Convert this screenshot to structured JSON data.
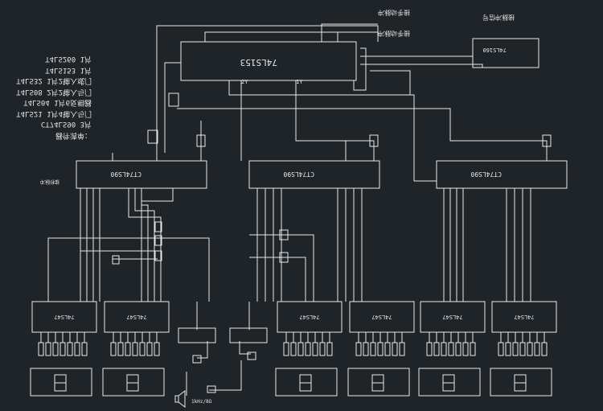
{
  "labels": {
    "counter_chip": "74LS153",
    "counter_pin_y": "2Y",
    "counter_pin_y1": "1Y",
    "clock_chip": "74LS160",
    "bcd_chip_1": "CT74LS90",
    "bcd_chip_2": "CT74LS90",
    "bcd_chip_3": "CT74LS90",
    "decoder": "74LS47",
    "note_top1": "接手动脉冲",
    "note_top2": "接手动脉冲",
    "note_clock": "接脉冲信号",
    "note_left": "接秒脉冲",
    "speaker_label": "1kHz/8Ω"
  },
  "parts": [
    "T4LS260  1片",
    "T4LS153  1片",
    "T4LS32  1片2输入或门",
    "T4LS08  2片2输入与门",
    "T4LS04  1片6反相器",
    "T4LS21  1片4输入与门",
    "CT74LS90  3片"
  ],
  "parts_title": "器件清单："
}
